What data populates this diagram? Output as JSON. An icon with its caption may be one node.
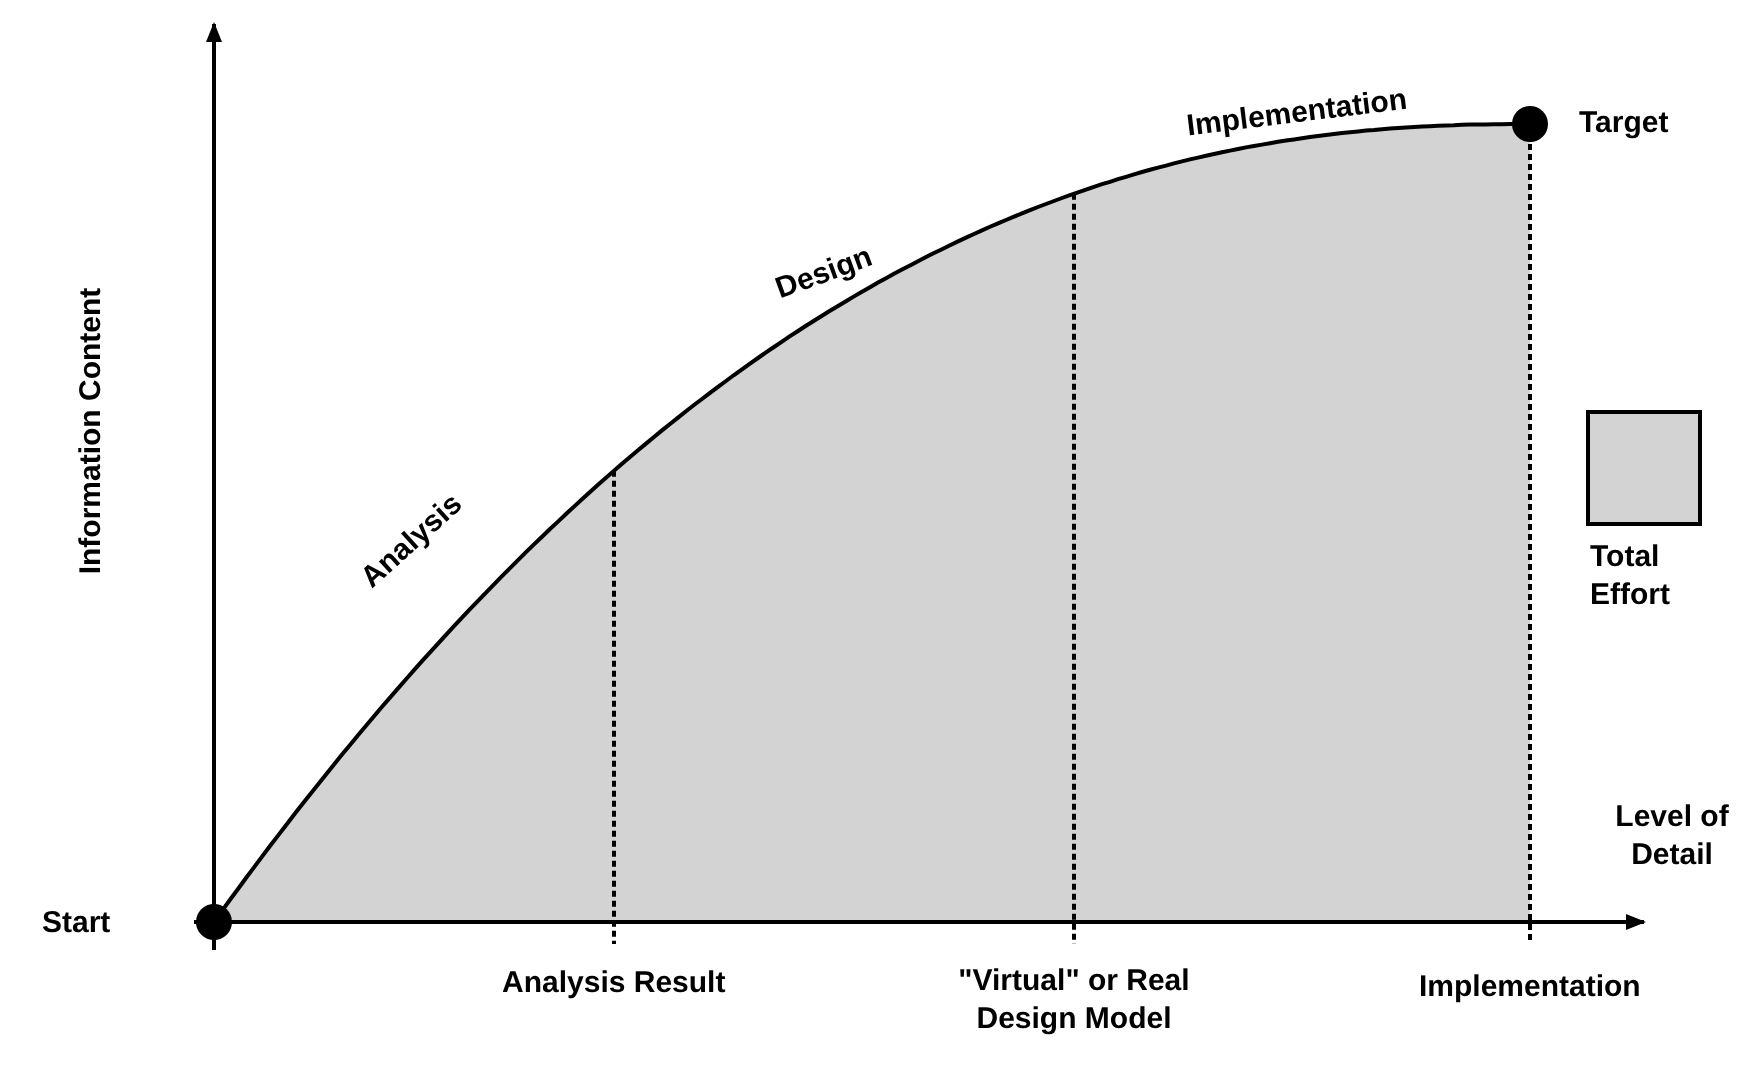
{
  "diagram": {
    "labels": [
      "Information Content",
      "Level of Detail",
      "Start",
      "Target",
      "Analysis",
      "Design",
      "Implementation",
      "Analysis Result",
      "\"Virtual\" or Real Design Model",
      "Implementation"
    ],
    "legend": [
      {
        "text": "Total Effort",
        "color": "#d3d3d3"
      }
    ]
  }
}
